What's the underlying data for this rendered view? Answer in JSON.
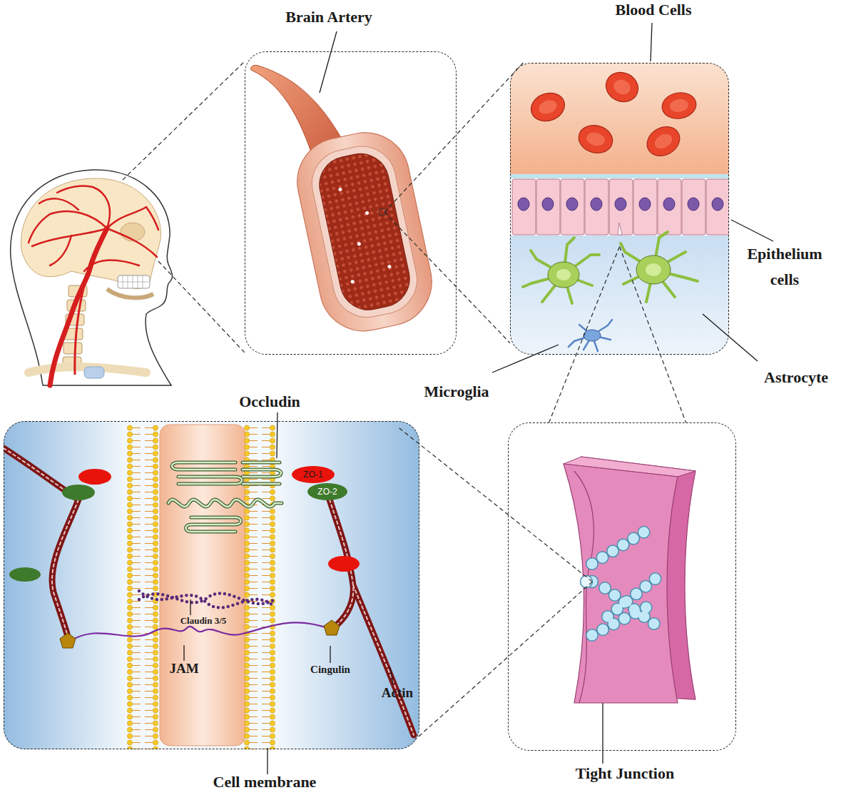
{
  "diagram": {
    "nodes": [
      {
        "text": [
          "Brain Artery"
        ]
      },
      {
        "text": [
          "Blood Cells"
        ]
      },
      {
        "text": [
          "Cell membrane"
        ]
      },
      {
        "text": [
          "ZO-1"
        ],
        "in": 2
      },
      {
        "text": [
          "ZO-2"
        ],
        "in": 2
      },
      {
        "text": [
          "Tight Junction"
        ]
      }
    ],
    "edges": [
      {
        "from": 0,
        "to": 1,
        "arrow": "none"
      },
      {
        "from": 1,
        "to": 5,
        "arrow": "none"
      },
      {
        "from": 5,
        "to": 2,
        "arrow": "none"
      }
    ],
    "labels": [
      "Epithelium cells",
      "Astrocyte",
      "Microglia",
      "Occludin",
      "Claudin 3/5",
      "JAM",
      "Cingulin",
      "Actin"
    ]
  }
}
